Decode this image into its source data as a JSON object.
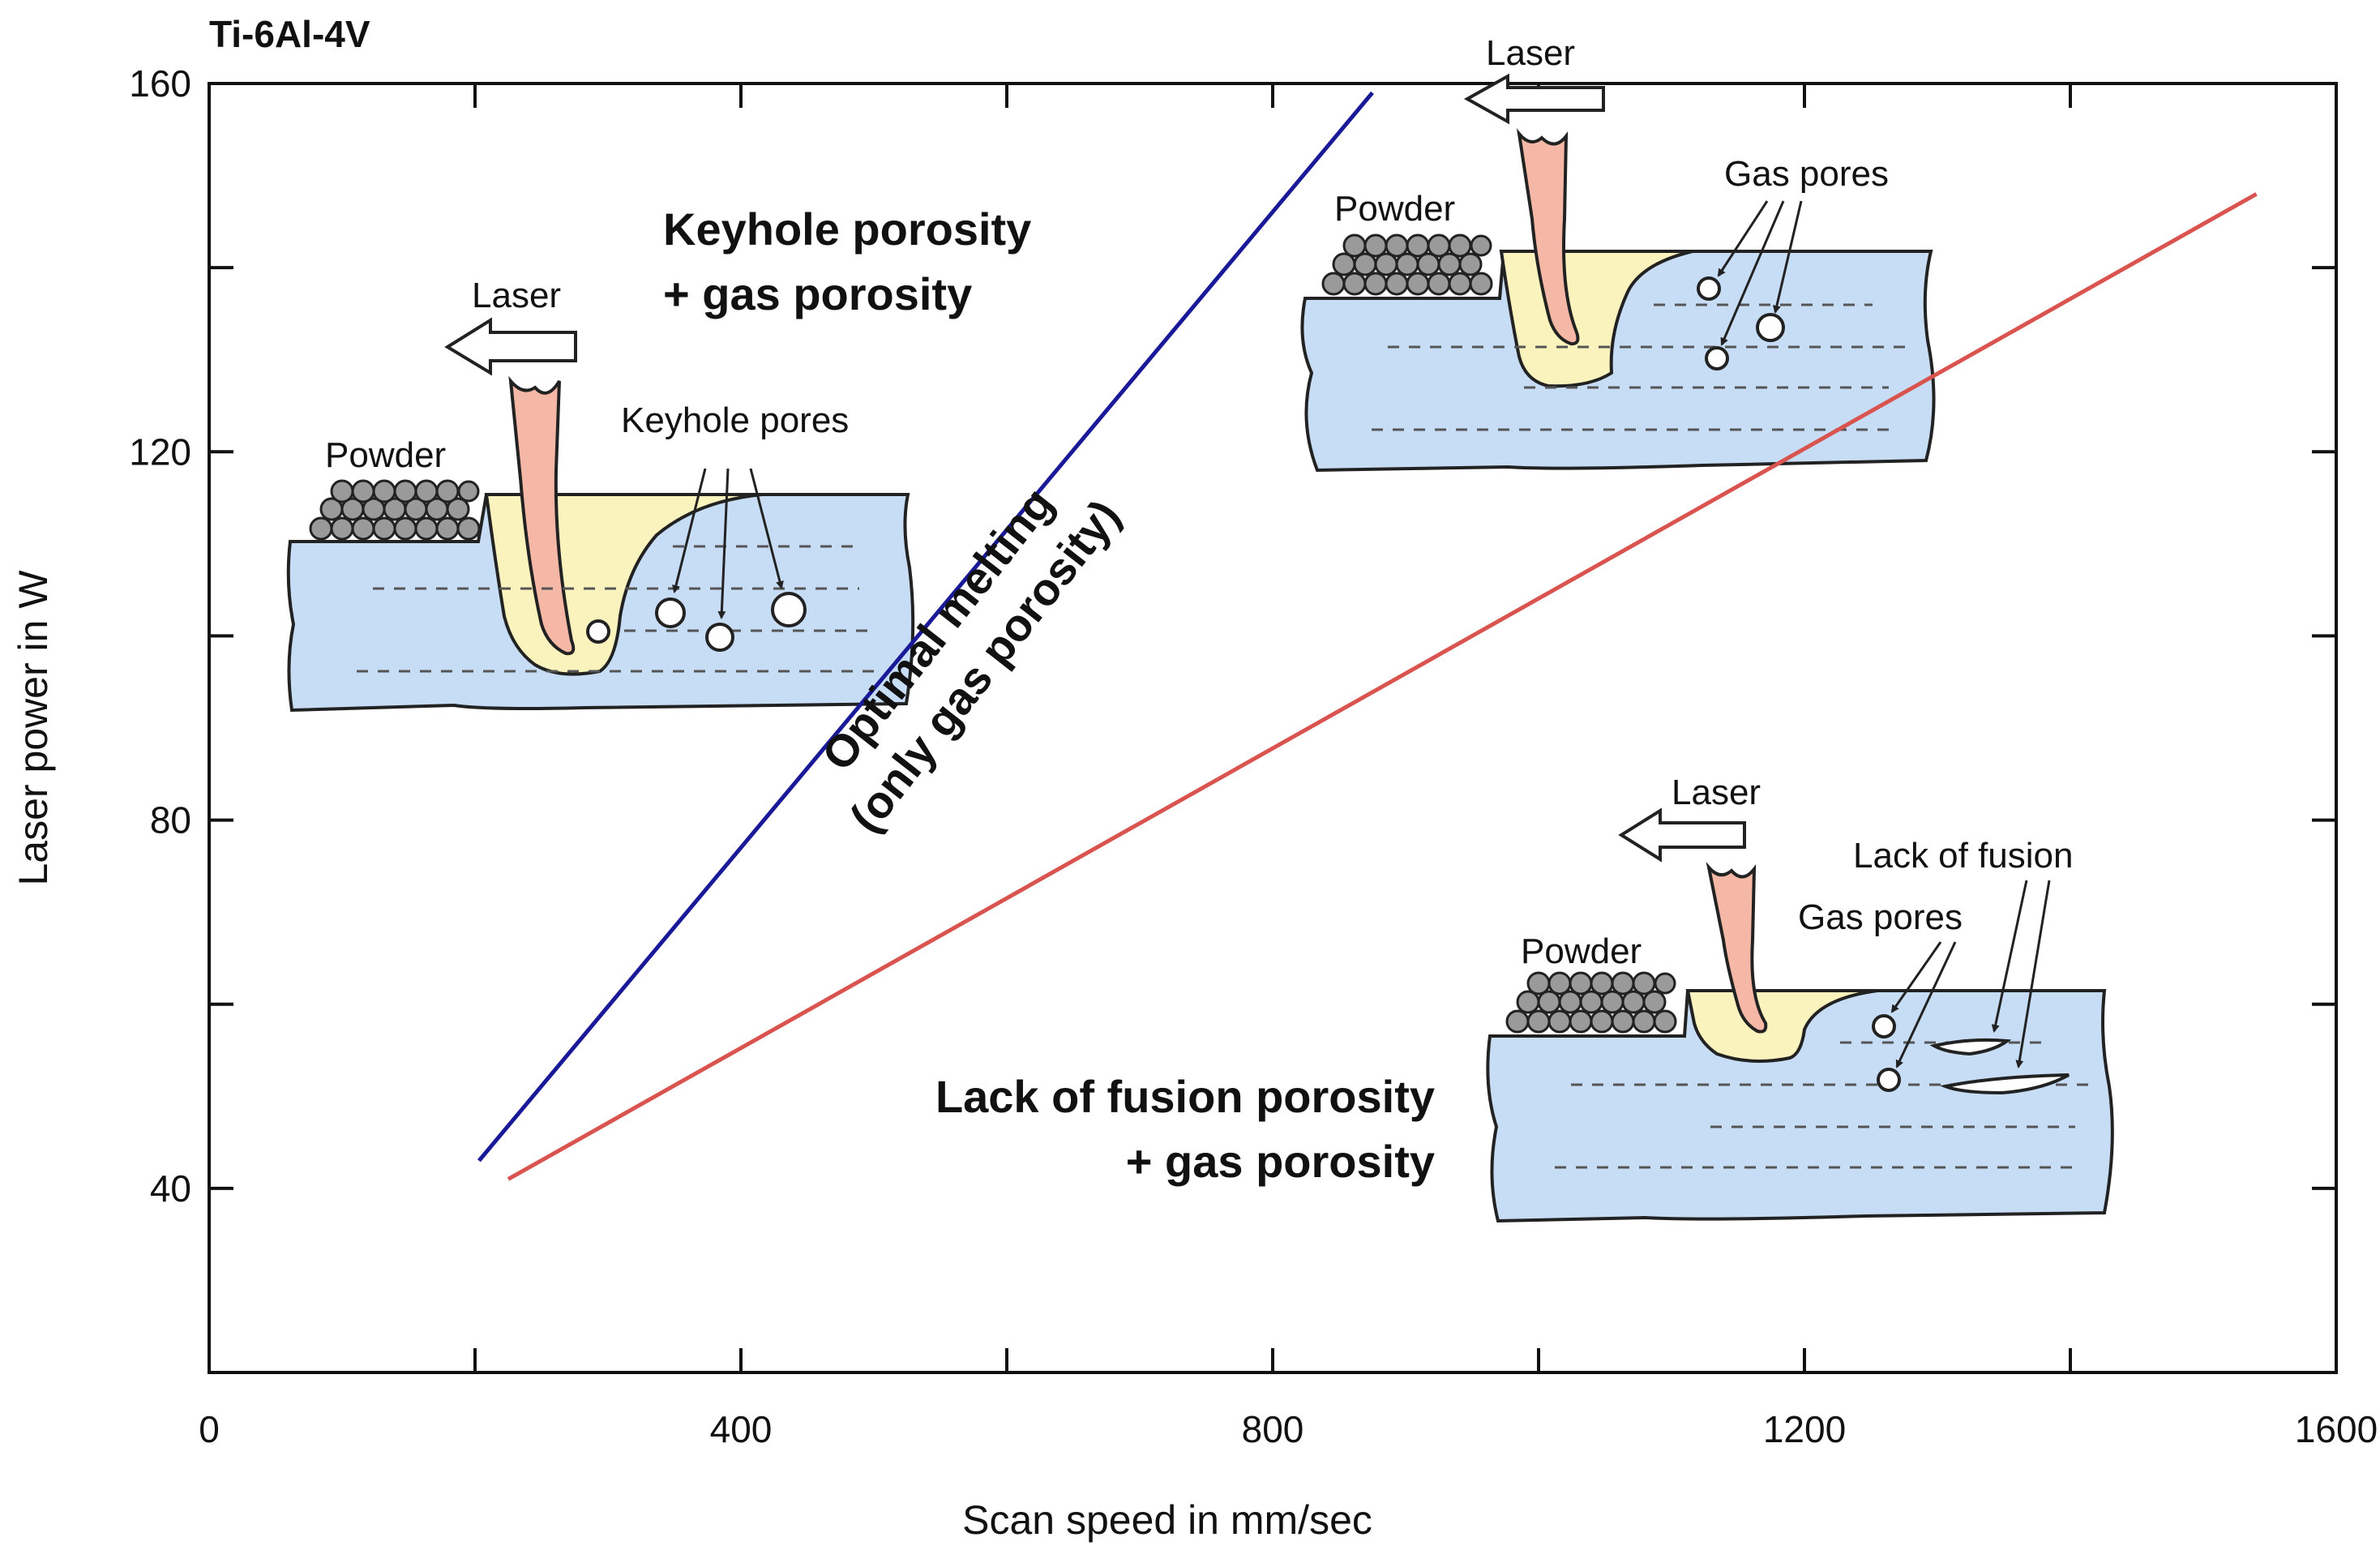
{
  "chart_data": {
    "type": "line",
    "title": "Ti-6Al-4V",
    "xlabel": "Scan speed in mm/sec",
    "ylabel": "Laser power in W",
    "xlim": [
      0,
      1600
    ],
    "ylim": [
      20,
      160
    ],
    "x_ticks": [
      0,
      400,
      800,
      1200,
      1600
    ],
    "y_ticks": [
      40,
      80,
      120,
      160
    ],
    "grid": false,
    "series": [
      {
        "color": "#1a1a99",
        "x": [
          203,
          875
        ],
        "y": [
          43,
          159
        ]
      },
      {
        "color": "#d9534f",
        "x": [
          225,
          1540
        ],
        "y": [
          41,
          148
        ]
      }
    ],
    "regions": {
      "keyhole": [
        "Keyhole porosity",
        "+ gas porosity"
      ],
      "optimal": [
        "Optimal melting",
        "(only gas porosity)"
      ],
      "fusion": [
        "Lack of fusion porosity",
        "+ gas porosity"
      ]
    },
    "insets": {
      "keyhole": {
        "laser": "Laser",
        "powder": "Powder",
        "pores": "Keyhole pores"
      },
      "optimal": {
        "laser": "Laser",
        "powder": "Powder",
        "pores": "Gas pores"
      },
      "fusion": {
        "laser": "Laser",
        "powder": "Powder",
        "pores": "Gas pores",
        "fusion": "Lack of fusion"
      }
    }
  }
}
